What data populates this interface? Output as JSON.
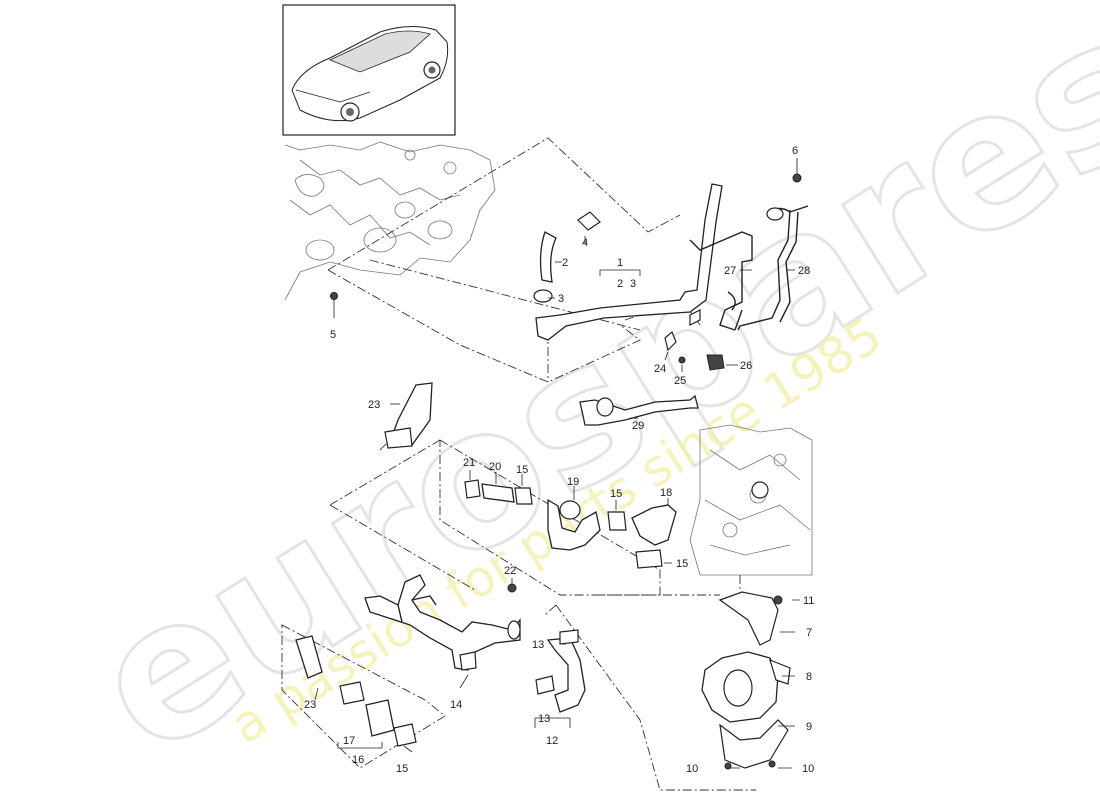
{
  "diagram": {
    "labels": {
      "p1": "1",
      "p2": "2",
      "p2b": "2",
      "p3": "3",
      "p3b": "3",
      "p4": "4",
      "p5": "5",
      "p6": "6",
      "p7": "7",
      "p8": "8",
      "p9": "9",
      "p10a": "10",
      "p10b": "10",
      "p11": "11",
      "p12": "12",
      "p13a": "13",
      "p13b": "13",
      "p14": "14",
      "p15a": "15",
      "p15b": "15",
      "p15c": "15",
      "p15d": "15",
      "p16": "16",
      "p17": "17",
      "p18": "18",
      "p19": "19",
      "p20": "20",
      "p21": "21",
      "p22": "22",
      "p23a": "23",
      "p23b": "23",
      "p24": "24",
      "p25": "25",
      "p26": "26",
      "p27": "27",
      "p28": "28",
      "p29": "29"
    },
    "watermark": {
      "brand": "eurospares",
      "tagline": "a passion for parts since 1985"
    }
  }
}
